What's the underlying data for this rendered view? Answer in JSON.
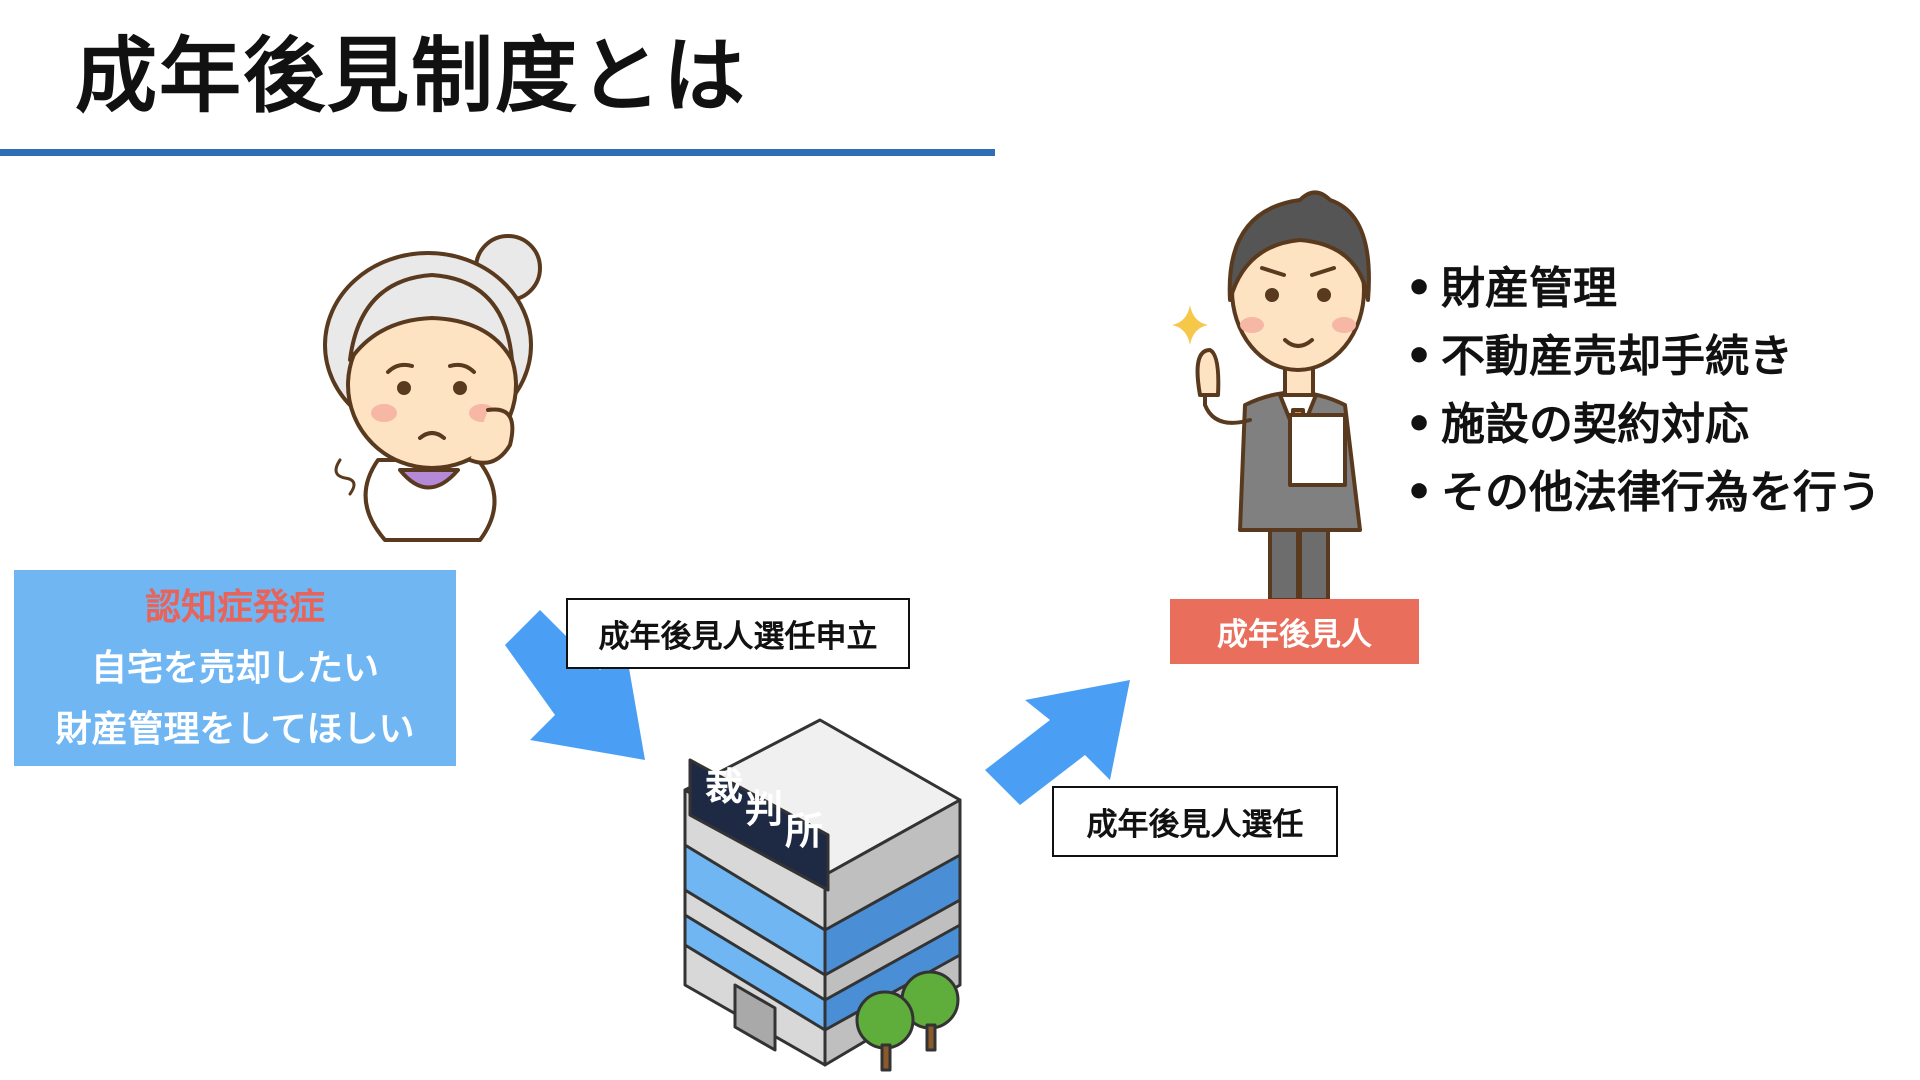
{
  "title": "成年後見制度とは",
  "situation": {
    "alert": "認知症発症",
    "lines": [
      "自宅を売却したい",
      "財産管理をしてほしい"
    ]
  },
  "labels": {
    "petition": "成年後見人選任申立",
    "appointment": "成年後見人選任",
    "guardian": "成年後見人"
  },
  "court": {
    "sign": [
      "裁",
      "判",
      "所"
    ]
  },
  "duties": [
    "財産管理",
    "不動産売却手続き",
    "施設の契約対応",
    "その他法律行為を行う"
  ],
  "colors": {
    "title_rule": "#2f6db5",
    "situation_box": "#6fb6f3",
    "alert_text": "#e8645a",
    "guardian_badge": "#ea6e5c",
    "arrow": "#4a9ff5"
  },
  "icons": [
    "elderly-woman-icon",
    "court-building-icon",
    "businessman-icon",
    "sparkle-icon"
  ]
}
